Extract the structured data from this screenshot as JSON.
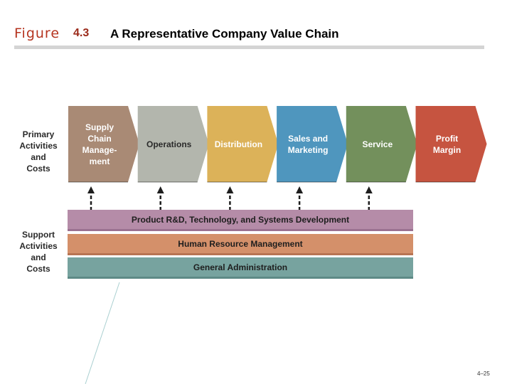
{
  "figure": {
    "label": "Figure",
    "number": "4.3",
    "title": "A Representative Company Value Chain"
  },
  "primary": {
    "side_label": "Primary\nActivities\nand\nCosts",
    "items": [
      {
        "label": "Supply\nChain\nManage-\nment",
        "color": "#a98a75"
      },
      {
        "label": "Operations",
        "color": "#b3b6ad"
      },
      {
        "label": "Distribution",
        "color": "#dcb259"
      },
      {
        "label": "Sales and\nMarketing",
        "color": "#4f96be"
      },
      {
        "label": "Service",
        "color": "#73905c"
      },
      {
        "label": "Profit\nMargin",
        "color": "#c65440"
      }
    ]
  },
  "support": {
    "side_label": "Support\nActivities\nand\nCosts",
    "bars": [
      {
        "label": "Product R&D, Technology, and Systems Development",
        "color": "#b58ca8"
      },
      {
        "label": "Human Resource Management",
        "color": "#d4906a"
      },
      {
        "label": "General Administration",
        "color": "#77a39f"
      }
    ]
  },
  "page_number": "4–25"
}
